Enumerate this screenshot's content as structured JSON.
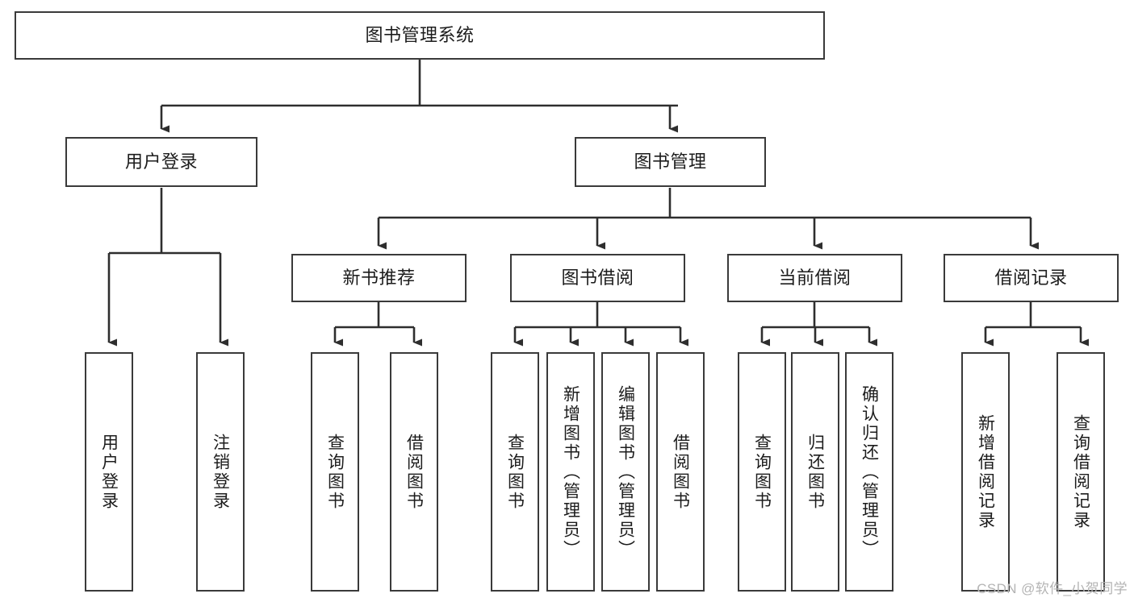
{
  "diagram": {
    "title": "图书管理系统",
    "type": "tree-hierarchy-chart",
    "watermark": "CSDN @软件_小贺同学",
    "colors": {
      "box_border": "#3a3a3a",
      "box_fill": "#ffffff",
      "connector": "#2e2e2e",
      "text": "#1c1c1c",
      "watermark": "#b4b4b4",
      "background": "#ffffff"
    },
    "root": {
      "label": "图书管理系统"
    },
    "level2": [
      {
        "label": "用户登录"
      },
      {
        "label": "图书管理"
      }
    ],
    "level3": [
      {
        "label": "新书推荐"
      },
      {
        "label": "图书借阅"
      },
      {
        "label": "当前借阅"
      },
      {
        "label": "借阅记录"
      }
    ],
    "leaves": {
      "user_login": [
        {
          "label": "用户登录"
        },
        {
          "label": "注销登录"
        }
      ],
      "new_book_recommend": [
        {
          "label": "查询图书"
        },
        {
          "label": "借阅图书"
        }
      ],
      "book_borrow": [
        {
          "label": "查询图书"
        },
        {
          "label": "新增图书（管理员）"
        },
        {
          "label": "编辑图书（管理员）"
        },
        {
          "label": "借阅图书"
        }
      ],
      "current_borrow": [
        {
          "label": "查询图书"
        },
        {
          "label": "归还图书"
        },
        {
          "label": "确认归还（管理员）"
        }
      ],
      "borrow_record": [
        {
          "label": "新增借阅记录"
        },
        {
          "label": "查询借阅记录"
        }
      ]
    }
  }
}
